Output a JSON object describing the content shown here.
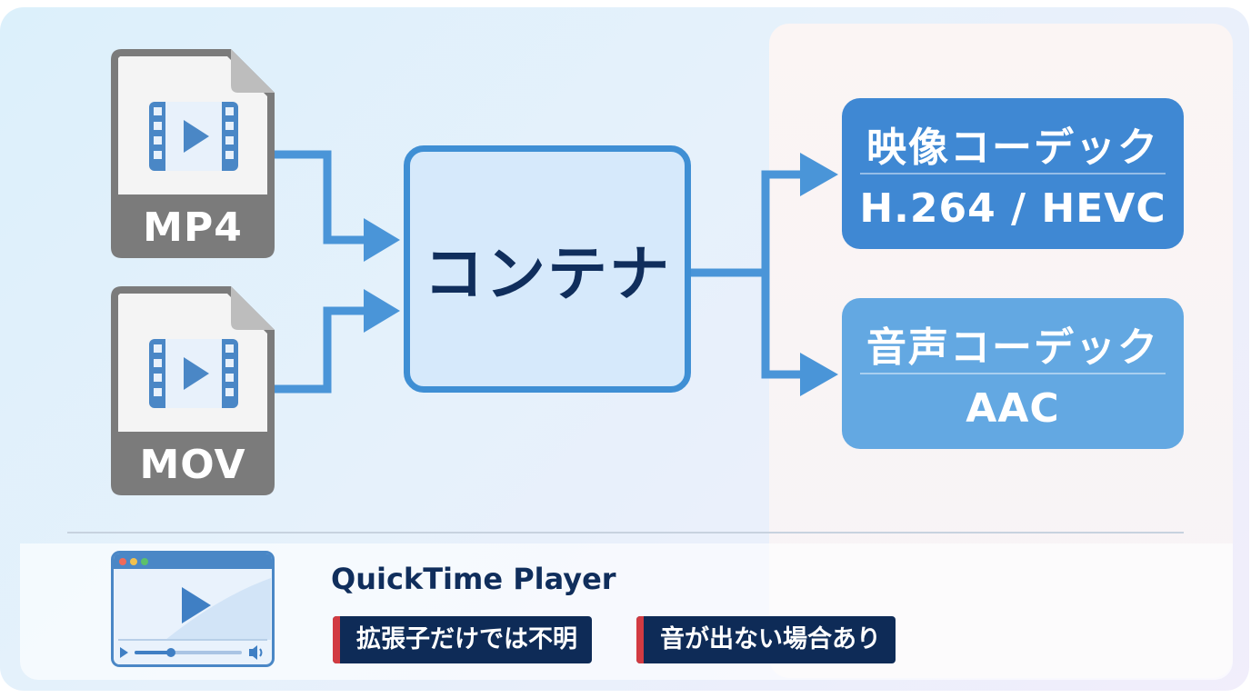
{
  "files": [
    {
      "format": "MP4",
      "icon": "video-file-icon"
    },
    {
      "format": "MOV",
      "icon": "video-file-icon"
    }
  ],
  "container": {
    "label": "コンテナ"
  },
  "codecs": {
    "video": {
      "title": "映像コーデック",
      "value": "H.264 / HEVC"
    },
    "audio": {
      "title": "音声コーデック",
      "value": "AAC"
    }
  },
  "player": {
    "name": "QuickTime Player",
    "icon": "video-player-window-icon",
    "notes": [
      "拡張子だけでは不明",
      "音が出ない場合あり"
    ]
  },
  "colors": {
    "arrow": "#4a95d8",
    "container_border": "#3f8fd4",
    "container_fill": "#d6e9fb",
    "video_codec": "#3f88d3",
    "audio_codec": "#63a8e2",
    "file_gray": "#7b7b7b",
    "badge_bg": "#0e2b57",
    "badge_accent": "#d23b42"
  }
}
